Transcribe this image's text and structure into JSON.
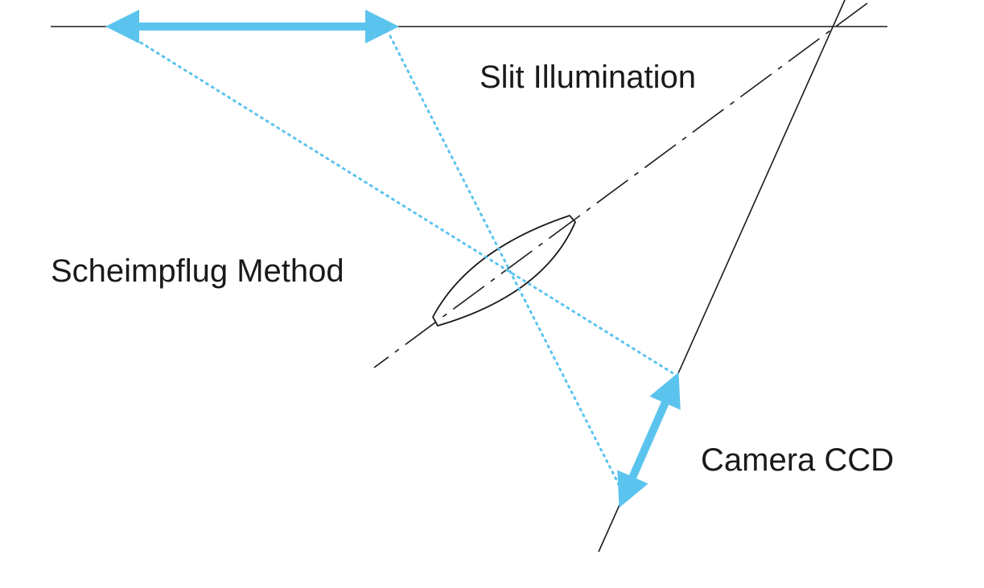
{
  "labels": {
    "slit_illumination": "Slit Illumination",
    "scheimpflug_method": "Scheimpflug Method",
    "camera_ccd": "Camera CCD"
  },
  "colors": {
    "accent": "#5bc4ee",
    "line": "#1a1a1a",
    "background": "#ffffff"
  }
}
